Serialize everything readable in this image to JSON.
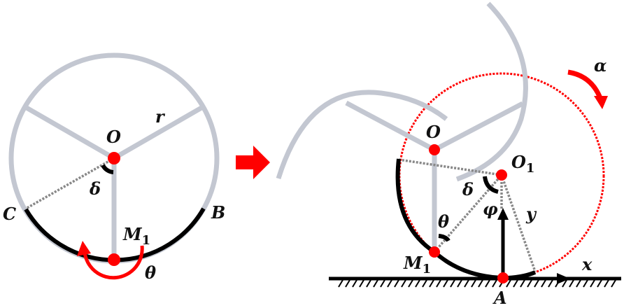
{
  "left_diagram": {
    "labels": {
      "O": "O",
      "r": "r",
      "delta": "δ",
      "C": "C",
      "B": "B",
      "M": "M",
      "M_sub": "1",
      "theta": "θ"
    }
  },
  "right_diagram": {
    "labels": {
      "O": "O",
      "O1": "O",
      "O1_sub": "1",
      "alpha": "α",
      "delta": "δ",
      "phi": "φ",
      "theta": "θ",
      "y": "y",
      "M": "M",
      "M_sub": "1",
      "x": "x",
      "A": "A"
    }
  },
  "colors": {
    "wheel": "#c3c7d1",
    "point": "#ff0000",
    "path": "#000000",
    "dotted_circle": "#ff0000"
  }
}
